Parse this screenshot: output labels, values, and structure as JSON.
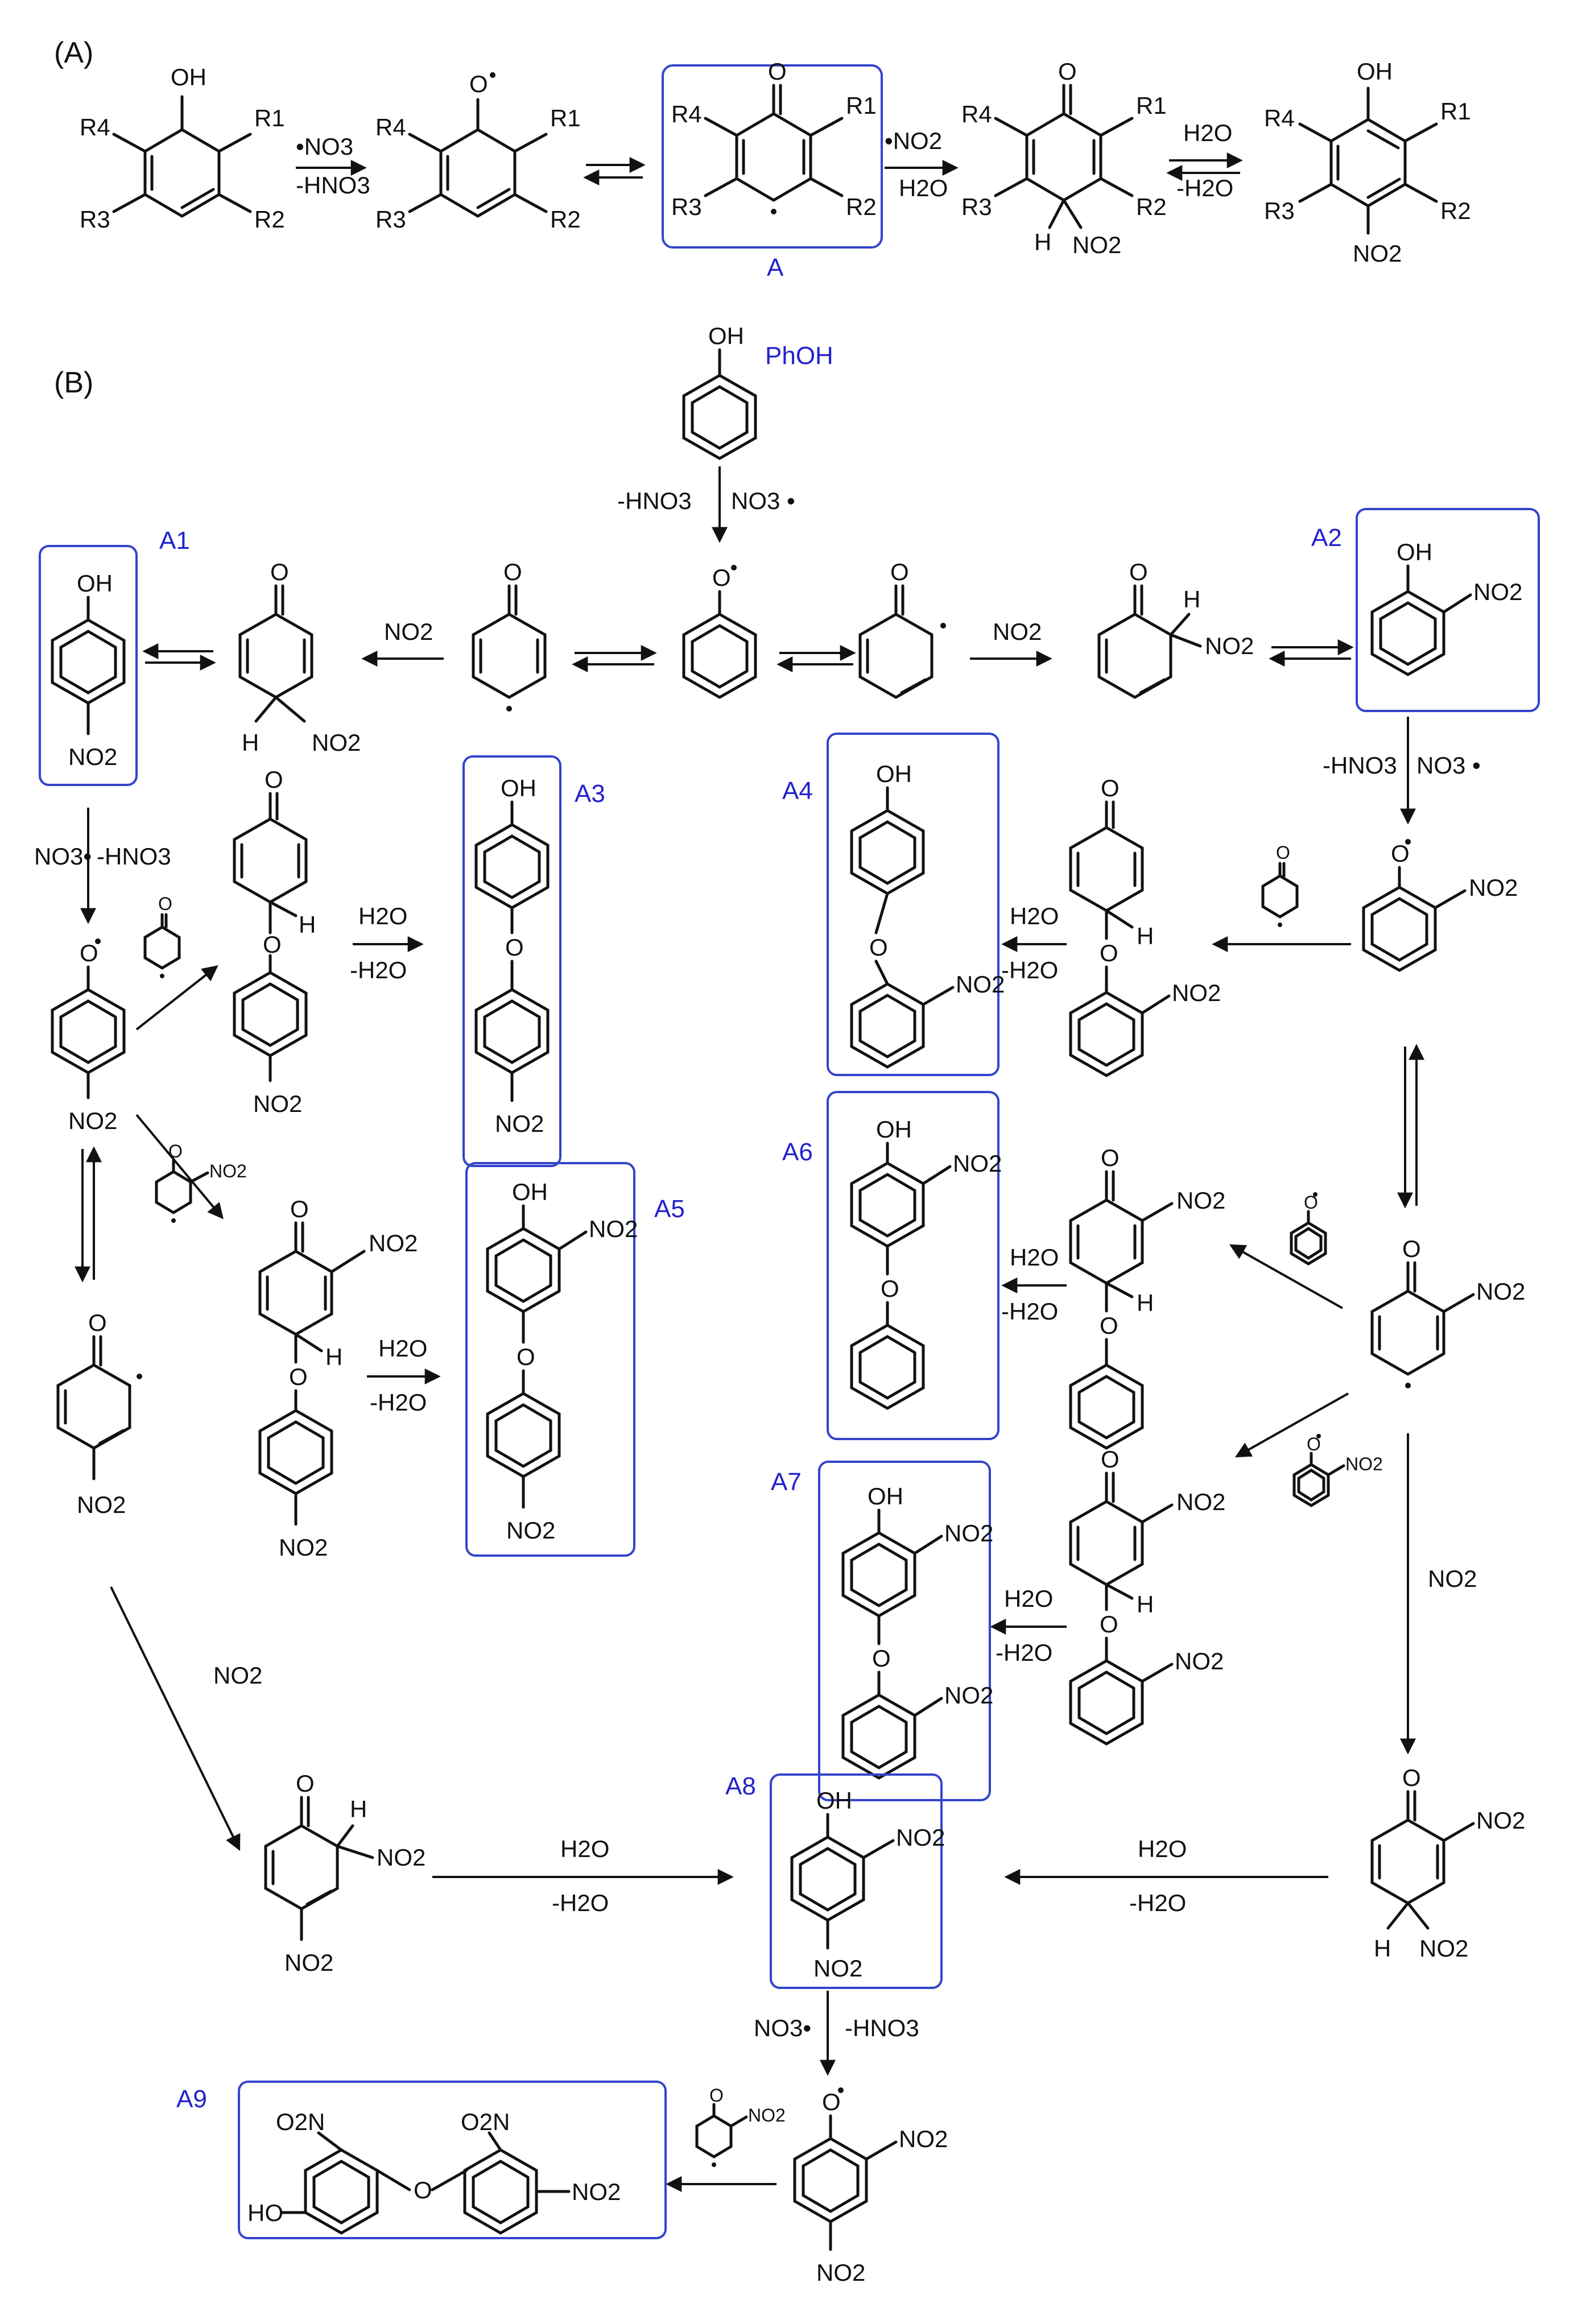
{
  "section_a": {
    "tag": "(A)",
    "sub": {
      "r1": "R1",
      "r2": "R2",
      "r3": "R3",
      "r4": "R4",
      "oh": "OH",
      "o": "O",
      "h": "H",
      "no2": "NO2"
    },
    "reagents": {
      "step1_top": "•NO3",
      "step1_bottom": "-HNO3",
      "step3_top": "•NO2",
      "step3_bottom": "H2O",
      "step4_top": "H2O",
      "step4_bottom": "-H2O"
    },
    "boxed_label": "A"
  },
  "section_b": {
    "tag": "(B)",
    "start_label": "PhOH",
    "product_labels": [
      "A1",
      "A2",
      "A3",
      "A4",
      "A5",
      "A6",
      "A7",
      "A8",
      "A9"
    ],
    "sub": {
      "oh": "OH",
      "o": "O",
      "h": "H",
      "no2": "NO2",
      "o2n": "O2N",
      "ho": "HO"
    },
    "reagents": {
      "minus_hno3": "-HNO3",
      "no3_radical": "NO3 •",
      "no3_dot": "NO3•",
      "no2": "NO2",
      "h2o": "H2O",
      "minus_h2o": "-H2O"
    }
  },
  "colors": {
    "label_blue": "#2222cc",
    "box_blue": "#3344cc",
    "ink": "#111111"
  }
}
